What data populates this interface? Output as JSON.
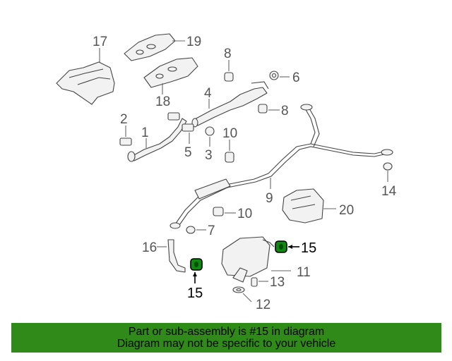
{
  "diagram": {
    "callouts": {
      "n1": "1",
      "n2": "2",
      "n3": "3",
      "n4": "4",
      "n5": "5",
      "n6": "6",
      "n7": "7",
      "n8a": "8",
      "n8b": "8",
      "n9": "9",
      "n10a": "10",
      "n10b": "10",
      "n11": "11",
      "n12": "12",
      "n13": "13",
      "n14": "14",
      "n15a": "15",
      "n15b": "15",
      "n16": "16",
      "n17": "17",
      "n18": "18",
      "n19": "19",
      "n20": "20"
    },
    "highlight_part": "15",
    "highlight_color": "#0f8a10"
  },
  "banner": {
    "line1": "Part or sub-assembly is #15 in diagram",
    "line2": "Diagram may not be specific to your vehicle",
    "background": "#2f8a19"
  }
}
